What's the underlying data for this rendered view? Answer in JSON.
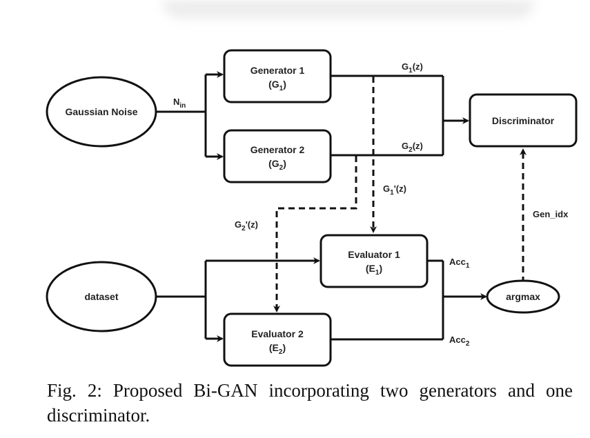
{
  "nodes": {
    "gaussian_noise": "Gaussian Noise",
    "generator1": {
      "title": "Generator 1",
      "symbol": "G",
      "sub": "1"
    },
    "generator2": {
      "title": "Generator 2",
      "symbol": "G",
      "sub": "2"
    },
    "discriminator": "Discriminator",
    "dataset": "dataset",
    "evaluator1": {
      "title": "Evaluator 1",
      "symbol": "E",
      "sub": "1"
    },
    "evaluator2": {
      "title": "Evaluator 2",
      "symbol": "E",
      "sub": "2"
    },
    "argmax": "argmax"
  },
  "edges": {
    "n_in": {
      "main": "N",
      "sub": "in"
    },
    "g1z": {
      "main": "G",
      "sub": "1",
      "suffix": "(z)"
    },
    "g2z": {
      "main": "G",
      "sub": "2",
      "suffix": "(z)"
    },
    "g1pz": {
      "main": "G",
      "sub": "1",
      "suffix": "'(z)"
    },
    "g2pz": {
      "main": "G",
      "sub": "2",
      "suffix": "'(z)"
    },
    "acc1": {
      "main": "Acc",
      "sub": "1"
    },
    "acc2": {
      "main": "Acc",
      "sub": "2"
    },
    "gen_idx": "Gen_idx"
  },
  "caption": "Fig. 2: Proposed Bi-GAN incorporating two generators and one discriminator."
}
